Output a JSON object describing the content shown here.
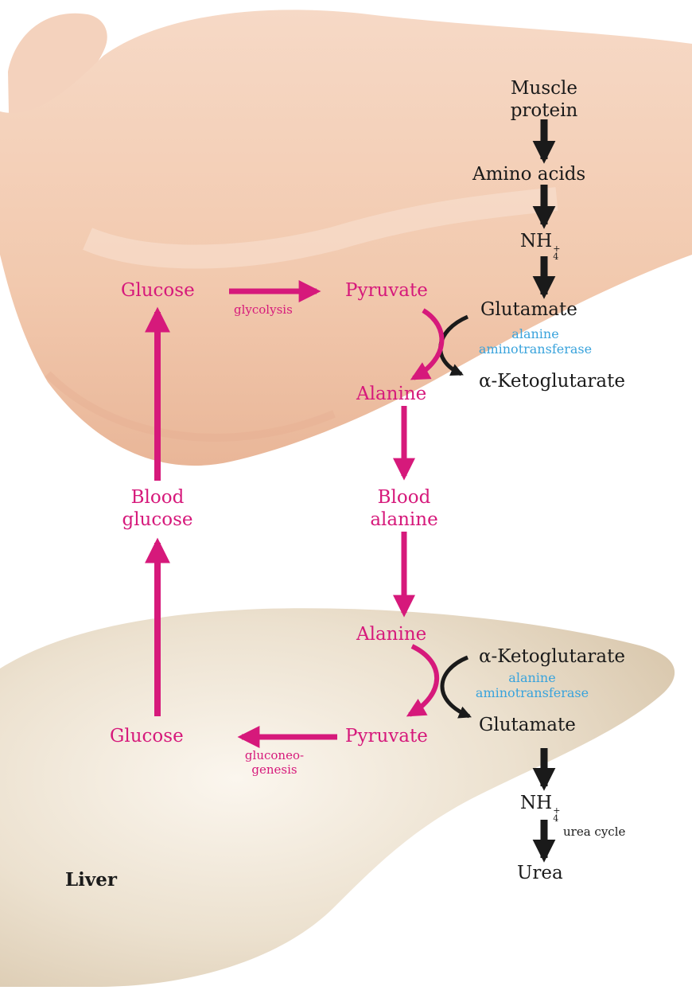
{
  "regions": {
    "muscle_label": "",
    "liver_label": "Liver"
  },
  "muscle": {
    "muscle_protein_line1": "Muscle",
    "muscle_protein_line2": "protein",
    "amino_acids": "Amino acids",
    "nh4": "NH",
    "nh4_sub": "4",
    "nh4_sup": "+",
    "glutamate": "Glutamate",
    "enzyme_line1": "alanine",
    "enzyme_line2": "aminotransferase",
    "alpha_ketoglutarate": "α-Ketoglutarate",
    "glucose": "Glucose",
    "glycolysis": "glycolysis",
    "pyruvate": "Pyruvate",
    "alanine": "Alanine"
  },
  "blood": {
    "blood_glucose_line1": "Blood",
    "blood_glucose_line2": "glucose",
    "blood_alanine_line1": "Blood",
    "blood_alanine_line2": "alanine"
  },
  "liver": {
    "alanine": "Alanine",
    "alpha_ketoglutarate": "α-Ketoglutarate",
    "enzyme_line1": "alanine",
    "enzyme_line2": "aminotransferase",
    "pyruvate": "Pyruvate",
    "glutamate": "Glutamate",
    "glucose": "Glucose",
    "gluconeogenesis_line1": "gluconeo-",
    "gluconeogenesis_line2": "genesis",
    "nh4": "NH",
    "nh4_sub": "4",
    "nh4_sup": "+",
    "urea_cycle": "urea cycle",
    "urea": "Urea"
  },
  "colors": {
    "pathway": "#d6197b",
    "nitrogen": "#1a1a1a",
    "enzyme": "#39a3dc",
    "skin": "#f3cdb4",
    "liver": "#e9dcc8"
  }
}
